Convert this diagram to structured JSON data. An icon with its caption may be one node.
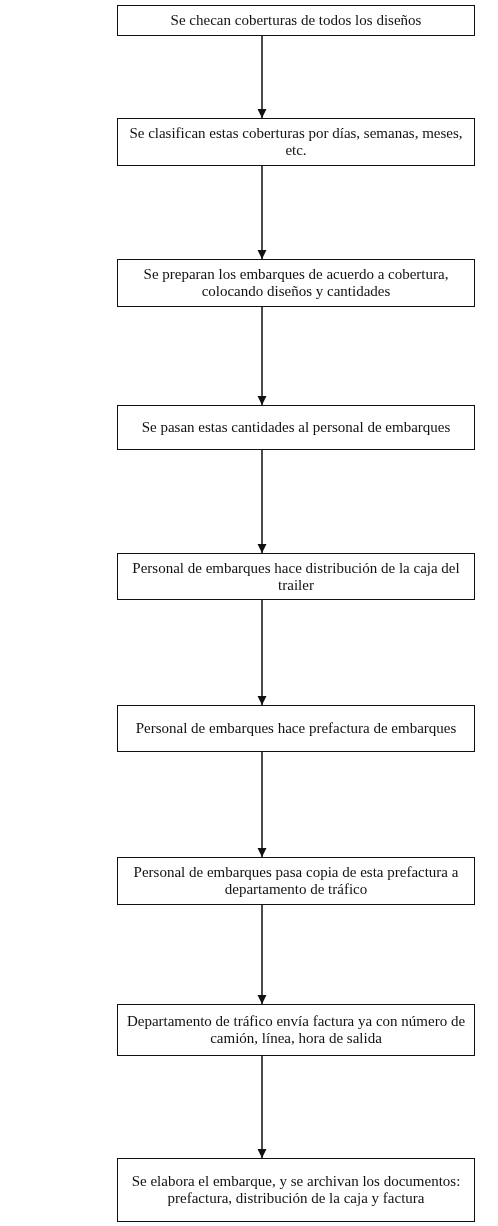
{
  "diagram": {
    "nodes": [
      {
        "text": [
          "Se checan coberturas de todos los diseños"
        ]
      },
      {
        "text": [
          "Se clasifican estas coberturas por días, semanas, meses, etc."
        ]
      },
      {
        "text": [
          "Se preparan los embarques de acuerdo a cobertura, colocando diseños y cantidades"
        ]
      },
      {
        "text": [
          "Se pasan estas cantidades al personal de embarques"
        ]
      },
      {
        "text": [
          "Personal de embarques hace distribución de la caja del trailer"
        ]
      },
      {
        "text": [
          "Personal de embarques hace prefactura de embarques"
        ]
      },
      {
        "text": [
          "Personal de embarques pasa copia de esta prefactura a departamento de tráfico"
        ]
      },
      {
        "text": [
          "Departamento de tráfico envía factura ya con número de camión, línea, hora de salida"
        ]
      },
      {
        "text": [
          "Se elabora el embarque, y se archivan los documentos: prefactura, distribución de la caja y factura"
        ]
      }
    ],
    "edges": [
      {
        "from": 0,
        "to": 1,
        "arrow": "to"
      },
      {
        "from": 1,
        "to": 2,
        "arrow": "to"
      },
      {
        "from": 2,
        "to": 3,
        "arrow": "to"
      },
      {
        "from": 3,
        "to": 4,
        "arrow": "to"
      },
      {
        "from": 4,
        "to": 5,
        "arrow": "to"
      },
      {
        "from": 5,
        "to": 6,
        "arrow": "to"
      },
      {
        "from": 6,
        "to": 7,
        "arrow": "to"
      },
      {
        "from": 7,
        "to": 8,
        "arrow": "to"
      }
    ]
  }
}
